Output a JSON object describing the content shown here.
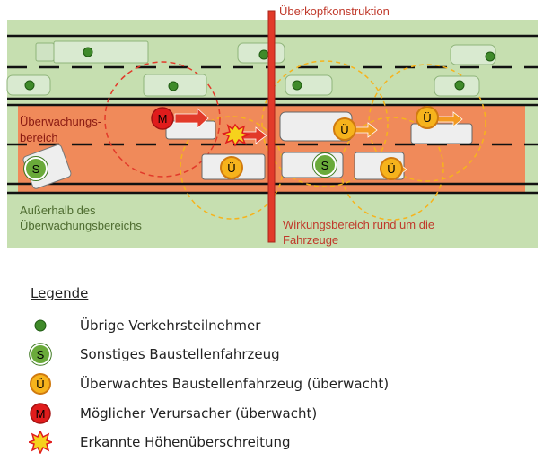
{
  "labels": {
    "overhead": "Überkopfkonstruktion",
    "monitoring_line1": "Überwachungs-",
    "monitoring_line2": "bereich",
    "outside_line1": "Außerhalb des",
    "outside_line2": "Überwachungsbereichs",
    "effect_line1": "Wirkungsbereich rund um die",
    "effect_line2": "Fahrzeuge"
  },
  "markers": {
    "sonstiges": "S",
    "ueberwacht": "Ü",
    "verursacher": "M"
  },
  "legend": {
    "title": "Legende",
    "items": [
      {
        "key": "other",
        "label": "Übrige Verkehrsteilnehmer"
      },
      {
        "key": "sonstiges",
        "label": "Sonstiges Baustellenfahrzeug"
      },
      {
        "key": "ueberwacht",
        "label": "Überwachtes Baustellenfahrzeug (überwacht)"
      },
      {
        "key": "verursacher",
        "label": "Möglicher Verursacher (überwacht)"
      },
      {
        "key": "detected",
        "label": "Erkannte Höhenüberschreitung"
      }
    ]
  },
  "colors": {
    "road": "#c6dfb0",
    "zone": "#f08a5a",
    "structure": "#e23a2a",
    "marker_s": "#6aaa3a",
    "marker_u": "#f6b31c",
    "marker_m": "#e01c1c",
    "other_dot": "#3f8a2a",
    "arrow": "#f39a22",
    "label_red": "#c0392b",
    "label_green": "#4d6b2f"
  }
}
